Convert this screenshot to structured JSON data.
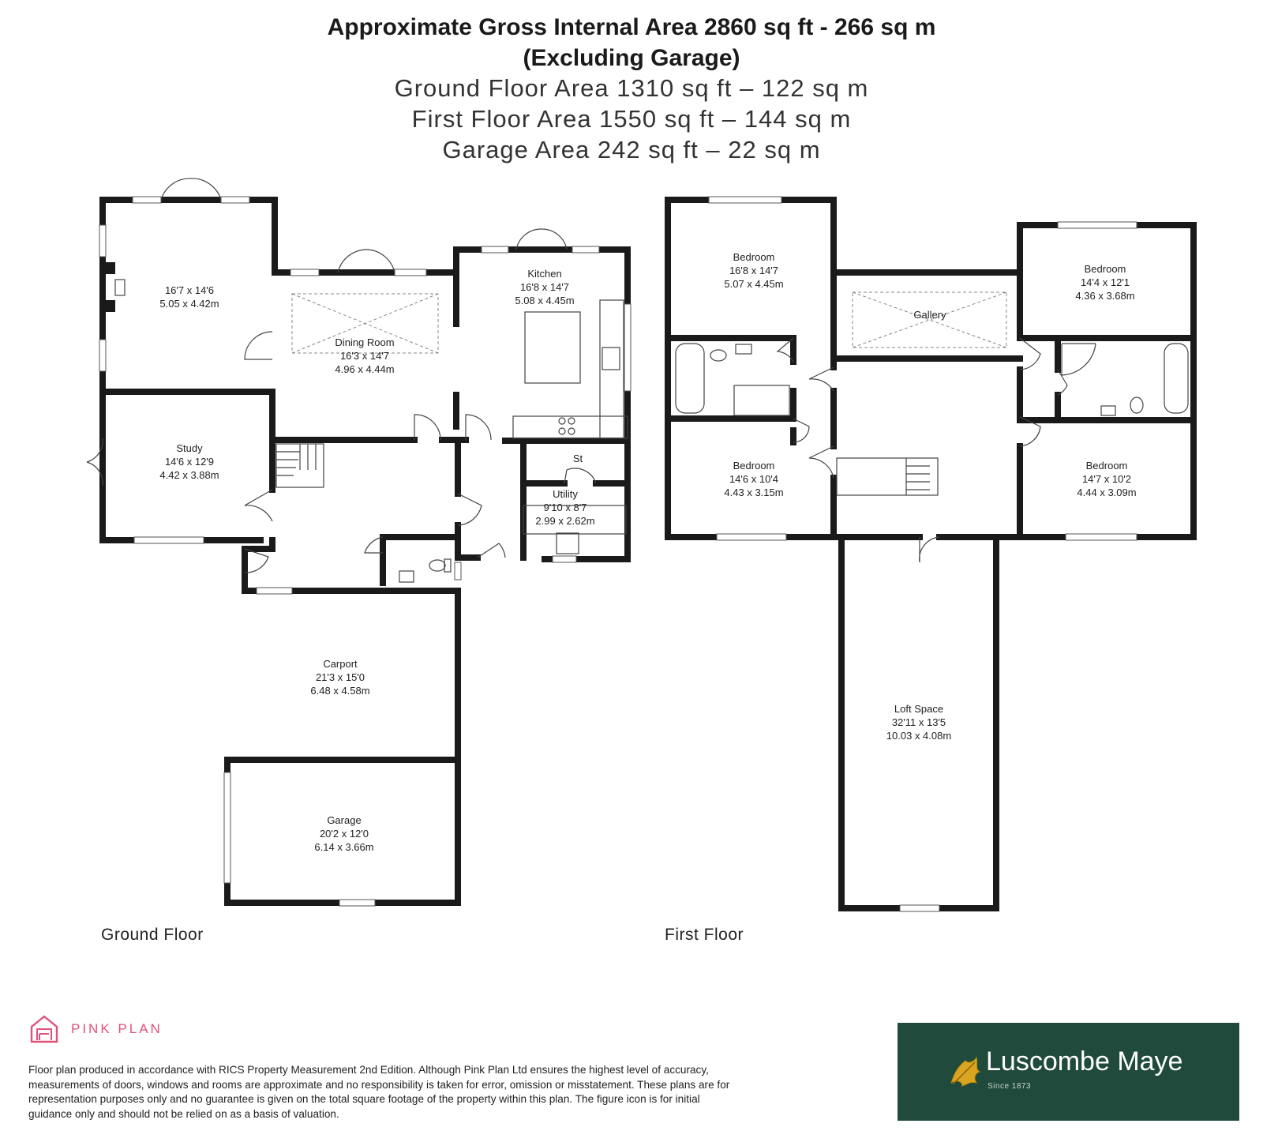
{
  "header": {
    "line1": "Approximate Gross Internal Area 2860 sq ft - 266 sq m",
    "line2": "(Excluding Garage)",
    "line3": "Ground Floor Area 1310 sq ft – 122 sq m",
    "line4": "First Floor Area 1550 sq ft – 144 sq m",
    "line5": "Garage Area 242 sq ft – 22 sq m"
  },
  "ground_floor": {
    "label": "Ground Floor",
    "rooms": {
      "living": {
        "name": "",
        "imperial": "16'7 x 14'6",
        "metric": "5.05 x 4.42m"
      },
      "dining": {
        "name": "Dining Room",
        "imperial": "16'3 x 14'7",
        "metric": "4.96 x 4.44m"
      },
      "kitchen": {
        "name": "Kitchen",
        "imperial": "16'8 x 14'7",
        "metric": "5.08 x 4.45m"
      },
      "study": {
        "name": "Study",
        "imperial": "14'6 x 12'9",
        "metric": "4.42 x 3.88m"
      },
      "utility": {
        "name": "Utility",
        "imperial": "9'10 x 8'7",
        "metric": "2.99 x 2.62m"
      },
      "store": {
        "name": "St"
      },
      "carport": {
        "name": "Carport",
        "imperial": "21'3 x 15'0",
        "metric": "6.48 x 4.58m"
      },
      "garage": {
        "name": "Garage",
        "imperial": "20'2 x 12'0",
        "metric": "6.14 x 3.66m"
      }
    }
  },
  "first_floor": {
    "label": "First Floor",
    "rooms": {
      "bed1": {
        "name": "Bedroom",
        "imperial": "16'8 x 14'7",
        "metric": "5.07 x 4.45m"
      },
      "bed2": {
        "name": "Bedroom",
        "imperial": "14'4 x 12'1",
        "metric": "4.36 x 3.68m"
      },
      "bed3": {
        "name": "Bedroom",
        "imperial": "14'6 x 10'4",
        "metric": "4.43 x 3.15m"
      },
      "bed4": {
        "name": "Bedroom",
        "imperial": "14'7 x 10'2",
        "metric": "4.44 x 3.09m"
      },
      "gallery": {
        "name": "Gallery"
      },
      "loft": {
        "name": "Loft Space",
        "imperial": "32'11 x 13'5",
        "metric": "10.03 x 4.08m"
      }
    }
  },
  "footer": {
    "pink_plan": "PINK PLAN",
    "disclaimer": "Floor plan produced in accordance with RICS Property Measurement 2nd Edition. Although Pink Plan Ltd ensures the highest level of accuracy, measurements of doors, windows and rooms are approximate and no responsibility is taken for error, omission or misstatement. These plans are for representation purposes only and no guarantee is given on the total square footage of the property within this plan. The figure icon is for initial guidance only and should not be relied on as a basis of valuation.",
    "agent_name": "Luscombe Maye",
    "agent_since": "Since 1873"
  },
  "colors": {
    "pink_plan": "#e0527a",
    "agent_panel": "#1f4a3c",
    "walls": "#1a1a1a",
    "leaf": "#d9a520"
  },
  "icons": [
    "pink-plan-house-icon",
    "oak-leaf-icon"
  ]
}
